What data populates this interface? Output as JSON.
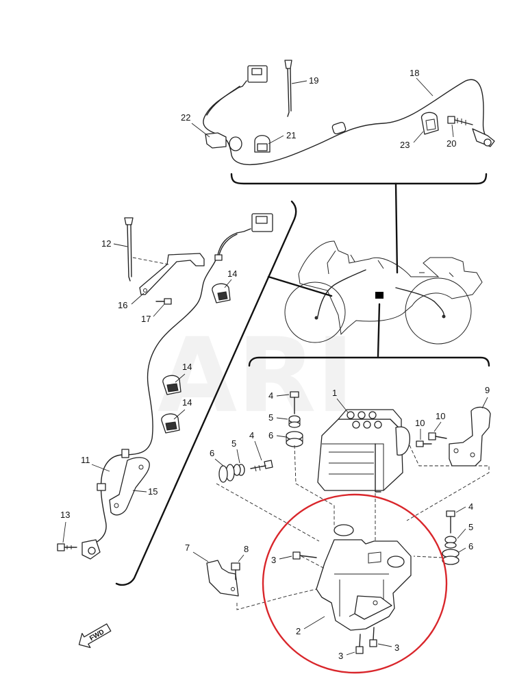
{
  "watermark": "ARI",
  "forward_label": "FWD",
  "highlight_color": "#d9262b",
  "callouts": {
    "c1": "1",
    "c2": "2",
    "c3a": "3",
    "c3b": "3",
    "c3c": "3",
    "c4a": "4",
    "c4b": "4",
    "c4c": "4",
    "c5a": "5",
    "c5b": "5",
    "c5c": "5",
    "c6a": "6",
    "c6b": "6",
    "c6c": "6",
    "c7": "7",
    "c8": "8",
    "c9": "9",
    "c10a": "10",
    "c10b": "10",
    "c11": "11",
    "c12": "12",
    "c13": "13",
    "c14a": "14",
    "c14b": "14",
    "c14c": "14",
    "c15": "15",
    "c16": "16",
    "c17": "17",
    "c18": "18",
    "c19": "19",
    "c20": "20",
    "c21": "21",
    "c22": "22",
    "c23": "23"
  }
}
